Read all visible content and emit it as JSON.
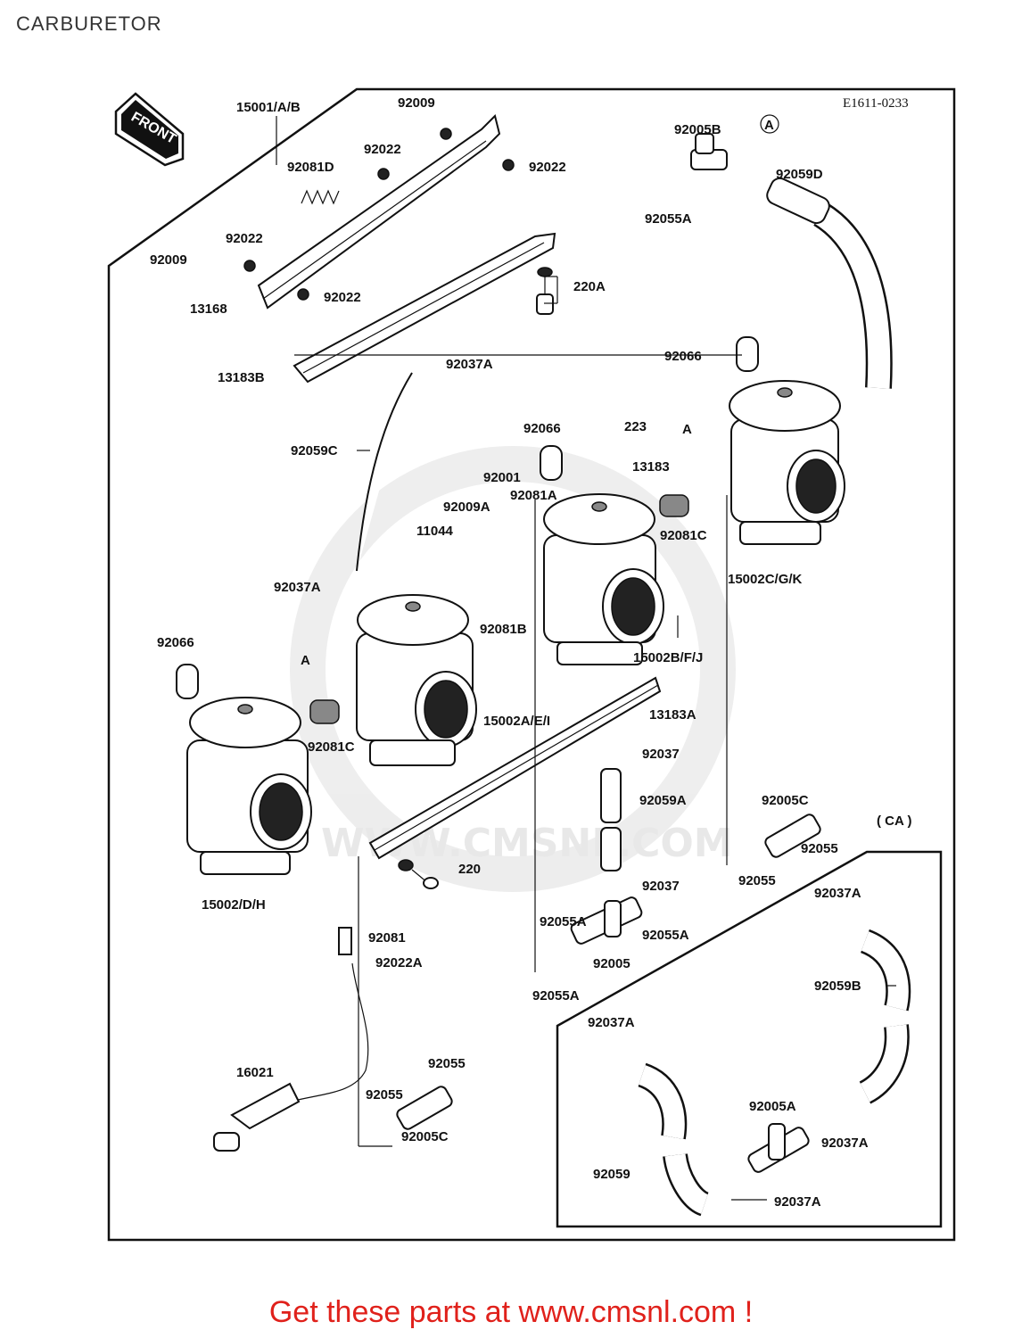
{
  "page": {
    "title": "CARBURETOR",
    "diagram_code": "E1611-0233",
    "front_label": "FRONT",
    "watermark": "WWW.CMSNL.COM",
    "footer": "Get these parts at www.cmsnl.com !"
  },
  "labels": {
    "l15001AB": "15001/A/B",
    "l92009a": "92009",
    "l92022a": "92022",
    "l92022b": "92022",
    "l92081D": "92081D",
    "l92022c": "92022",
    "l92009b": "92009",
    "l92022d": "92022",
    "l13168": "13168",
    "l13183B": "13183B",
    "l92037A1": "92037A",
    "l220A": "220A",
    "l92005B": "92005B",
    "l92055A1": "92055A",
    "l92059D": "92059D",
    "lA_circ": "A",
    "l92066a": "92066",
    "l92059C": "92059C",
    "l92066b": "92066",
    "l223": "223",
    "l13183": "13183",
    "lA_right": "A",
    "l92001": "92001",
    "l92081A": "92081A",
    "l92009A": "92009A",
    "l11044": "11044",
    "l92081C1": "92081C",
    "l15002CGK": "15002C/G/K",
    "l92037A2": "92037A",
    "l92081B": "92081B",
    "l15002BFJ": "15002B/F/J",
    "l92066c": "92066",
    "lA_left": "A",
    "l15002AEI": "15002A/E/I",
    "l13183A": "13183A",
    "l92081C2": "92081C",
    "l92037a": "92037",
    "l92059A": "92059A",
    "l92005C1": "92005C",
    "l92055a": "92055",
    "lCA": "( CA )",
    "l92055b": "92055",
    "l15002DH": "15002/D/H",
    "l220": "220",
    "l92037b": "92037",
    "l92037A3": "92037A",
    "l92081": "92081",
    "l92055A2": "92055A",
    "l92055A3": "92055A",
    "l92022A": "92022A",
    "l92005": "92005",
    "l92055A4": "92055A",
    "l92059B": "92059B",
    "l92037A4": "92037A",
    "l16021": "16021",
    "l92055c": "92055",
    "l92055d": "92055",
    "l92005C2": "92005C",
    "l92005A": "92005A",
    "l92037A5": "92037A",
    "l92059": "92059",
    "l92037A6": "92037A"
  }
}
